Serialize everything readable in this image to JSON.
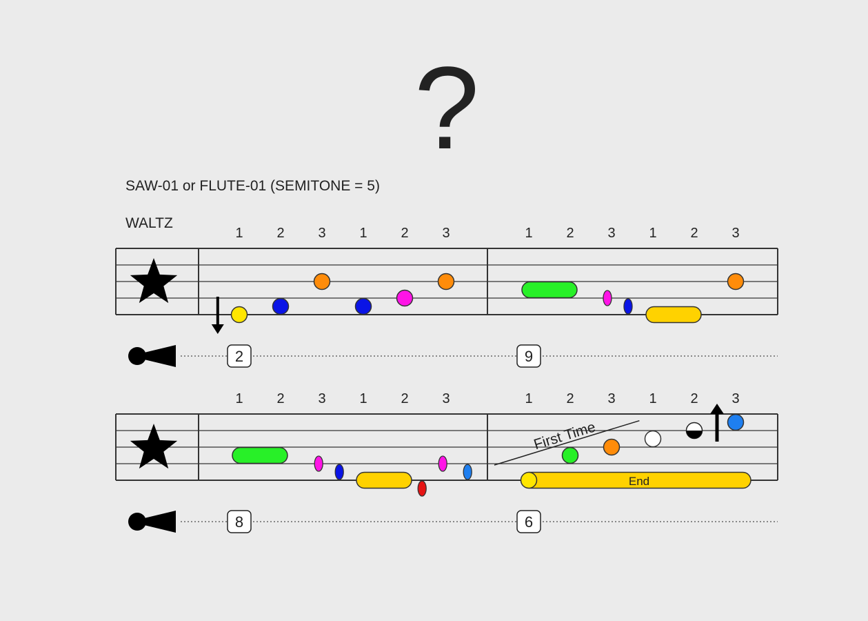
{
  "title_symbol": "?",
  "instrument_line": "SAW-01 or FLUTE-01 (SEMITONE = 5)",
  "style_label": "WALTZ",
  "colors": {
    "background": "#ebebeb",
    "yellow": "#ffe600",
    "blue": "#0a14e6",
    "orange": "#ff8c0a",
    "magenta": "#ff14e6",
    "green": "#28f028",
    "gold": "#ffd200",
    "red": "#e61414",
    "skyblue": "#1e7ff0",
    "white": "#ffffff"
  },
  "rows": [
    {
      "beat_labels": [
        "1",
        "2",
        "3",
        "1",
        "2",
        "3",
        "1",
        "2",
        "3",
        "1",
        "2",
        "3"
      ],
      "clef_icon": "star-icon",
      "arrow": {
        "direction": "down",
        "beat": -0.52
      },
      "notes": [
        {
          "beat": 0,
          "step": 0,
          "color": "yellow",
          "shape": "circle"
        },
        {
          "beat": 1,
          "step": 1,
          "color": "blue",
          "shape": "circle"
        },
        {
          "beat": 2,
          "step": 4,
          "color": "orange",
          "shape": "circle"
        },
        {
          "beat": 3,
          "step": 1,
          "color": "blue",
          "shape": "circle"
        },
        {
          "beat": 4,
          "step": 2,
          "color": "magenta",
          "shape": "circle"
        },
        {
          "beat": 5,
          "step": 4,
          "color": "orange",
          "shape": "circle"
        },
        {
          "beat": 6,
          "step": 3,
          "color": "green",
          "shape": "pill",
          "length": 1
        },
        {
          "beat": 7.9,
          "step": 2,
          "color": "magenta",
          "shape": "small"
        },
        {
          "beat": 8.4,
          "step": 1,
          "color": "blue",
          "shape": "small"
        },
        {
          "beat": 9,
          "step": 0,
          "color": "gold",
          "shape": "pill",
          "length": 1
        },
        {
          "beat": 11,
          "step": 4,
          "color": "orange",
          "shape": "circle"
        }
      ],
      "volume_icon": "megaphone-icon",
      "markers": [
        {
          "beat": 0,
          "label": "2"
        },
        {
          "beat": 6,
          "label": "9"
        }
      ]
    },
    {
      "beat_labels": [
        "1",
        "2",
        "3",
        "1",
        "2",
        "3",
        "1",
        "2",
        "3",
        "1",
        "2",
        "3"
      ],
      "clef_icon": "star-icon",
      "arrow": {
        "direction": "up",
        "beat": 10.55
      },
      "notes": [
        {
          "beat": 0,
          "step": 3,
          "color": "green",
          "shape": "pill",
          "length": 1
        },
        {
          "beat": 1.92,
          "step": 2,
          "color": "magenta",
          "shape": "small"
        },
        {
          "beat": 2.42,
          "step": 1,
          "color": "blue",
          "shape": "small"
        },
        {
          "beat": 3,
          "step": 0,
          "color": "gold",
          "shape": "pill",
          "length": 1
        },
        {
          "beat": 4.42,
          "step": -1,
          "color": "red",
          "shape": "small"
        },
        {
          "beat": 4.92,
          "step": 2,
          "color": "magenta",
          "shape": "small"
        },
        {
          "beat": 5.52,
          "step": 1,
          "color": "skyblue",
          "shape": "small"
        },
        {
          "beat": 6,
          "step": 0,
          "color": "gold",
          "shape": "pill",
          "length": 5.2,
          "label": "End",
          "cap": "yellow"
        },
        {
          "beat": 7,
          "step": 3,
          "color": "green",
          "shape": "circle"
        },
        {
          "beat": 8,
          "step": 4,
          "color": "orange",
          "shape": "circle"
        },
        {
          "beat": 9,
          "step": 5,
          "color": "white",
          "shape": "circle"
        },
        {
          "beat": 10,
          "step": 6,
          "color": "white",
          "shape": "half"
        },
        {
          "beat": 11,
          "step": 7,
          "color": "skyblue",
          "shape": "circle"
        }
      ],
      "annotation": {
        "text": "First Time",
        "beat": 6.9
      },
      "volume_icon": "megaphone-icon",
      "markers": [
        {
          "beat": 0,
          "label": "8"
        },
        {
          "beat": 6,
          "label": "6"
        }
      ]
    }
  ]
}
